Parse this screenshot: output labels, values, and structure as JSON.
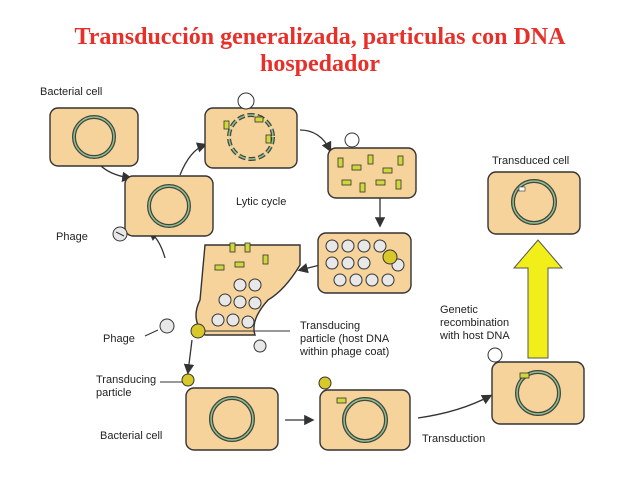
{
  "title": {
    "line1": "Transducción generalizada, particulas con DNA",
    "line2": "hospedador"
  },
  "labels": {
    "bacterial_cell_top": "Bacterial cell",
    "lytic_cycle": "Lytic cycle",
    "phage_left": "Phage",
    "phage_mid": "Phage",
    "transducing_particle_desc": [
      "Transducing",
      "particle (host DNA",
      "within phage coat)"
    ],
    "transducing_particle_low": [
      "Transducing",
      "particle"
    ],
    "bacterial_cell_bottom": "Bacterial cell",
    "transduction": "Transduction",
    "genetic_recombination": [
      "Genetic",
      "recombination",
      "with host DNA"
    ],
    "transduced_cell": "Transduced cell"
  },
  "colors": {
    "title": "#e8302a",
    "cell_fill": "#f5d39a",
    "cell_stroke": "#333333",
    "dna_ring": "#2f8a3a",
    "host_dna_fragment": "#cfd83a",
    "transducing_particle": "#d8c82a",
    "arrow_yellow": "#f2ee1a"
  }
}
